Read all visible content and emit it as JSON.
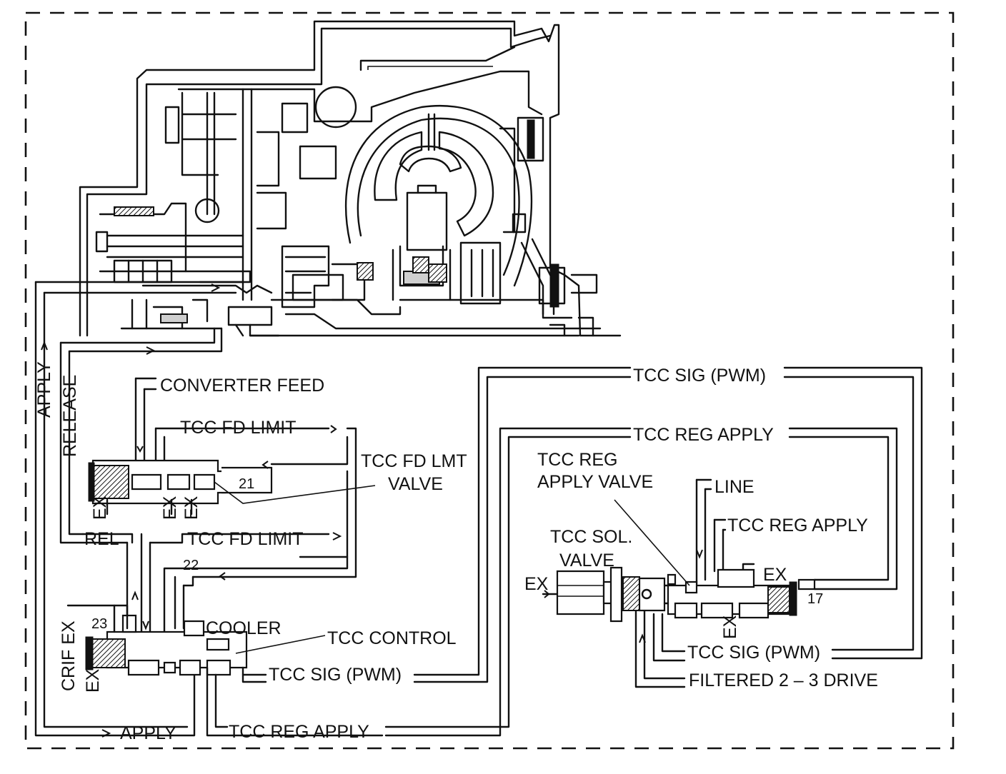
{
  "labels": {
    "converter_feed": "CONVERTER FEED",
    "tcc_fd_limit_top": "TCC FD LIMIT",
    "tcc_fd_limit_mid": "TCC FD LIMIT",
    "tcc_fd_lmt_valve_1": "TCC FD LMT",
    "tcc_fd_lmt_valve_2": "VALVE",
    "release": "RELEASE",
    "apply_left": "APPLY",
    "rel": "REL",
    "cooler": "COOLER",
    "tcc_control": "TCC CONTROL",
    "tcc_sig_pwm_bottom": "TCC SIG (PWM)",
    "apply_bottom": "APPLY",
    "tcc_reg_apply_bottom": "TCC REG APPLY",
    "crif_ex": "CRIF EX",
    "tcc_sig_pwm_top": "TCC SIG (PWM)",
    "tcc_reg_apply_top": "TCC REG APPLY",
    "tcc_reg_apply_valve_1": "TCC REG",
    "tcc_reg_apply_valve_2": "APPLY VALVE",
    "line": "LINE",
    "tcc_reg_apply_right": "TCC REG APPLY",
    "tcc_sol_valve_1": "TCC SOL.",
    "tcc_sol_valve_2": "VALVE",
    "tcc_sig_pwm_right": "TCC SIG (PWM)",
    "filtered_2_3_drive": "FILTERED 2 – 3 DRIVE"
  },
  "exhausts": {
    "ex1": "EX",
    "ex2": "EX",
    "ex3": "EX",
    "ex4": "EX",
    "ex5": "EX",
    "ex6": "EX",
    "ex7": "EX"
  },
  "numbers": {
    "n21": "21",
    "n22": "22",
    "n23": "23",
    "n17": "17"
  }
}
